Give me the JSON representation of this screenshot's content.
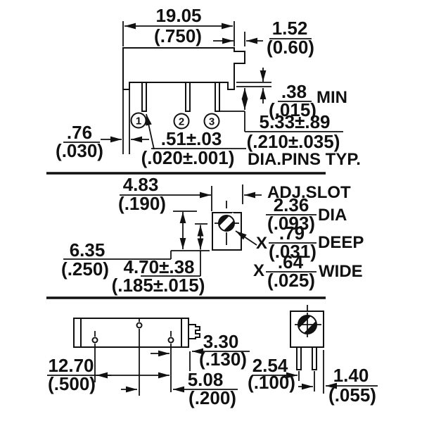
{
  "colors": {
    "line": "#111111",
    "background": "#ffffff"
  },
  "side_view": {
    "pins": [
      "1",
      "2",
      "3"
    ],
    "width_mm": "19.05",
    "width_in": "(.750)",
    "tab_mm": "1.52",
    "tab_in": "(0.60)",
    "standoff_mm": ".38",
    "standoff_in": "(.015)",
    "standoff_note": "MIN",
    "pin_length_mm": "5.33±.89",
    "pin_length_in": "(.210±.035)",
    "foot_mm": ".76",
    "foot_in": "(.030)",
    "pin_dia_mm": ".51±.03",
    "pin_dia_in": "(.020±.001)",
    "pin_dia_note": "DIA.PINS TYP."
  },
  "top_view": {
    "body_mm": "4.83",
    "body_in": "(.190)",
    "slot_label": "ADJ.SLOT",
    "dia_mm": "2.36",
    "dia_in": "(.093)",
    "dia_note": "DIA",
    "deep_prefix": "X",
    "deep_mm": ".79",
    "deep_in": "(.031)",
    "deep_note": "DEEP",
    "wide_prefix": "X",
    "wide_mm": ".64",
    "wide_in": "(.025)",
    "wide_note": "WIDE",
    "height_mm": "6.35",
    "height_in": "(.250)",
    "offset_mm": "4.70±.38",
    "offset_in": "(.185±.015)"
  },
  "bottom_view": {
    "span_mm": "12.70",
    "span_in": "(.500)",
    "edge_mm": "3.30",
    "edge_in": "(.130)",
    "pitch_mm": "5.08",
    "pitch_in": "(.200)"
  },
  "end_view": {
    "pitch_mm": "2.54",
    "pitch_in": "(.100)",
    "edge_mm": "1.40",
    "edge_in": "(.055)"
  }
}
